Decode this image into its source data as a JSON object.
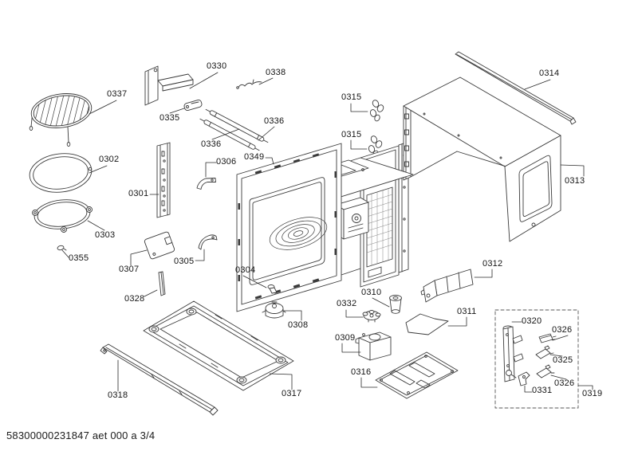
{
  "document": {
    "footer_code": "58300000231847 aet 000 a 3/4",
    "line_color": "#3a3a3a",
    "background": "#ffffff",
    "page_type": "exploded-parts-diagram"
  },
  "callouts": [
    {
      "text": "0337"
    },
    {
      "text": "0330"
    },
    {
      "text": "0338"
    },
    {
      "text": "0335"
    },
    {
      "text": "0336"
    },
    {
      "text": "0336"
    },
    {
      "text": "0315"
    },
    {
      "text": "0315"
    },
    {
      "text": "0314"
    },
    {
      "text": "0313"
    },
    {
      "text": "0302"
    },
    {
      "text": "0301"
    },
    {
      "text": "0306"
    },
    {
      "text": "0349"
    },
    {
      "text": "0303"
    },
    {
      "text": "0355"
    },
    {
      "text": "0307"
    },
    {
      "text": "0305"
    },
    {
      "text": "0328"
    },
    {
      "text": "0304"
    },
    {
      "text": "0308"
    },
    {
      "text": "0332"
    },
    {
      "text": "0310"
    },
    {
      "text": "0309"
    },
    {
      "text": "0312"
    },
    {
      "text": "0311"
    },
    {
      "text": "0316"
    },
    {
      "text": "0317"
    },
    {
      "text": "0318"
    },
    {
      "text": "0320"
    },
    {
      "text": "0326"
    },
    {
      "text": "0325"
    },
    {
      "text": "0326"
    },
    {
      "text": "0331"
    },
    {
      "text": "0319"
    }
  ]
}
